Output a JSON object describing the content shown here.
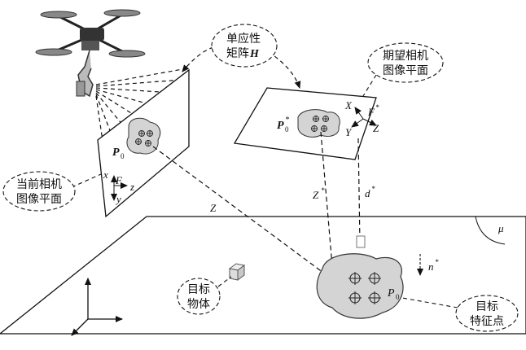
{
  "callouts": {
    "homography_line1": "单应性",
    "homography_line2": "矩阵",
    "homography_symbol": "H",
    "desired_plane_line1": "期望相机",
    "desired_plane_line2": "图像平面",
    "current_plane_line1": "当前相机",
    "current_plane_line2": "图像平面",
    "object_line1": "目标",
    "object_line2": "物体",
    "feature_line1": "目标",
    "feature_line2": "特征点"
  },
  "math": {
    "p0_current": "P",
    "p0_current_sub": "0",
    "p0_desired": "P",
    "p0_desired_sup": "*",
    "p0_desired_sub": "0",
    "p0_ground": "P",
    "p0_ground_sub": "0",
    "cur_x": "x",
    "cur_y": "y",
    "cur_z": "z",
    "cur_F": "F",
    "des_X": "X",
    "des_Y": "Y",
    "des_Z": "Z",
    "des_F": "F",
    "des_F_sup": "*",
    "z_long": "Z",
    "z_star": "Z",
    "z_star_sup": "*",
    "d_star": "d",
    "d_star_sup": "*",
    "n_star": "n",
    "n_star_sup": "*",
    "mu": "μ"
  }
}
